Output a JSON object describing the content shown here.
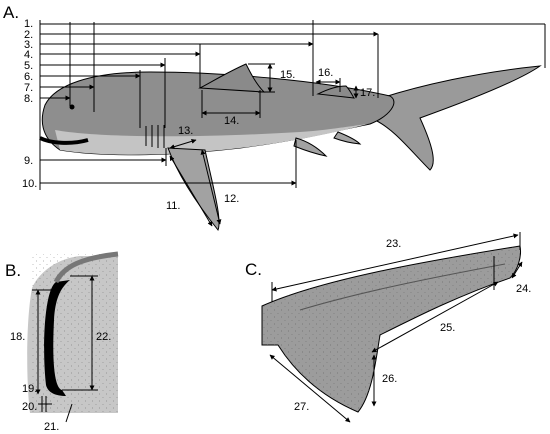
{
  "panels": {
    "a": "A.",
    "b": "B.",
    "c": "C."
  },
  "measurements_a": [
    "1.",
    "2.",
    "3.",
    "4.",
    "5.",
    "6.",
    "7.",
    "8.",
    "9.",
    "10.",
    "11.",
    "12.",
    "13.",
    "14.",
    "15.",
    "16.",
    "17."
  ],
  "measurements_b": [
    "18.",
    "19.",
    "20.",
    "21.",
    "22."
  ],
  "measurements_c": [
    "23.",
    "24.",
    "25.",
    "26.",
    "27."
  ]
}
